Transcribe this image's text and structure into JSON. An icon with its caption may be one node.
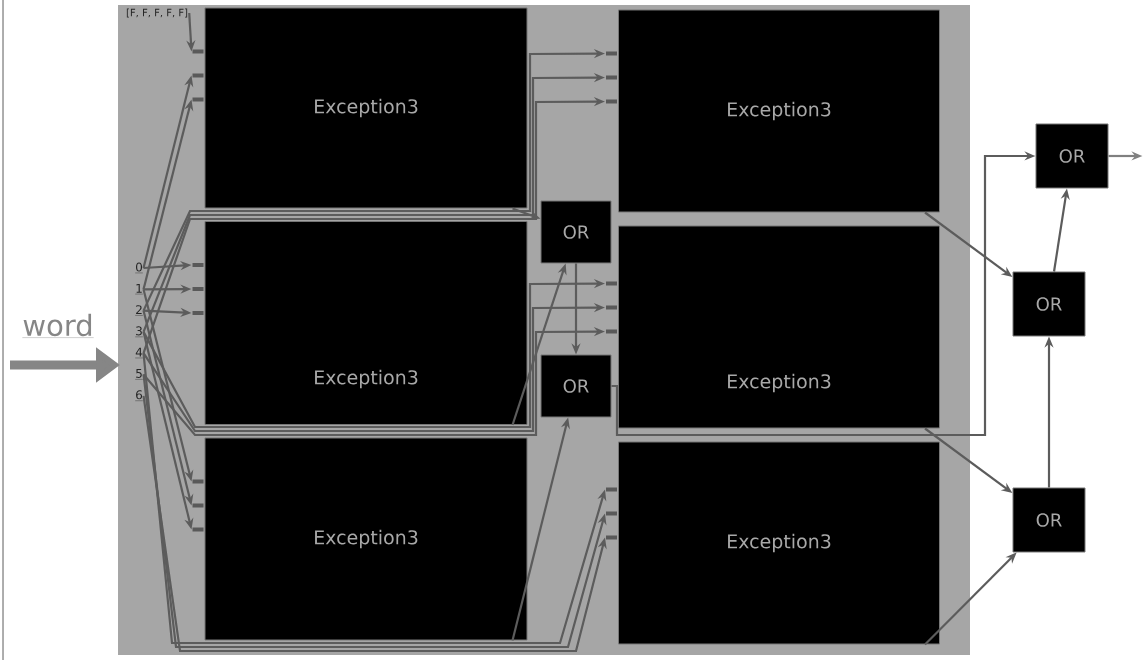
{
  "diagram": {
    "nodes": [
      {
        "text": [
          "word"
        ]
      },
      {
        "text": [
          "[F, F, F, F, F]"
        ]
      },
      {
        "text": [
          "0"
        ]
      },
      {
        "text": [
          "1"
        ]
      },
      {
        "text": [
          "2"
        ]
      },
      {
        "text": [
          "3"
        ]
      },
      {
        "text": [
          "4"
        ]
      },
      {
        "text": [
          "5"
        ]
      },
      {
        "text": [
          "6"
        ]
      },
      {
        "text": [
          "Exception3"
        ]
      },
      {
        "text": [
          "Exception3"
        ]
      },
      {
        "text": [
          "Exception3"
        ]
      },
      {
        "text": [
          "Exception3"
        ]
      },
      {
        "text": [
          "Exception3"
        ]
      },
      {
        "text": [
          "Exception3"
        ]
      },
      {
        "text": [
          "OR"
        ]
      },
      {
        "text": [
          "OR"
        ]
      },
      {
        "text": [
          "OR"
        ]
      },
      {
        "text": [
          "OR"
        ]
      },
      {
        "text": [
          "OR"
        ]
      }
    ],
    "edges": [
      {
        "from": 1,
        "to": 9,
        "arrow": "to"
      },
      {
        "from": 2,
        "to": 9,
        "arrow": "to"
      },
      {
        "from": 3,
        "to": 9,
        "arrow": "to"
      },
      {
        "from": 2,
        "to": 10,
        "arrow": "to"
      },
      {
        "from": 3,
        "to": 10,
        "arrow": "to"
      },
      {
        "from": 4,
        "to": 10,
        "arrow": "to"
      },
      {
        "from": 3,
        "to": 11,
        "arrow": "to"
      },
      {
        "from": 4,
        "to": 11,
        "arrow": "to"
      },
      {
        "from": 5,
        "to": 11,
        "arrow": "to"
      },
      {
        "from": 4,
        "to": 12,
        "arrow": "to"
      },
      {
        "from": 5,
        "to": 12,
        "arrow": "to"
      },
      {
        "from": 6,
        "to": 12,
        "arrow": "to"
      },
      {
        "from": 5,
        "to": 13,
        "arrow": "to"
      },
      {
        "from": 6,
        "to": 13,
        "arrow": "to"
      },
      {
        "from": 7,
        "to": 13,
        "arrow": "to"
      },
      {
        "from": 6,
        "to": 14,
        "arrow": "to"
      },
      {
        "from": 7,
        "to": 14,
        "arrow": "to"
      },
      {
        "from": 8,
        "to": 14,
        "arrow": "to"
      },
      {
        "from": 9,
        "to": 15,
        "arrow": "to"
      },
      {
        "from": 10,
        "to": 15,
        "arrow": "to"
      },
      {
        "from": 15,
        "to": 16,
        "arrow": "to"
      },
      {
        "from": 11,
        "to": 16,
        "arrow": "to"
      },
      {
        "from": 16,
        "to": 17,
        "arrow": "to"
      },
      {
        "from": 12,
        "to": 18,
        "arrow": "to"
      },
      {
        "from": 13,
        "to": 19,
        "arrow": "to"
      },
      {
        "from": 14,
        "to": 19,
        "arrow": "to"
      },
      {
        "from": 19,
        "to": 18,
        "arrow": "to"
      },
      {
        "from": 18,
        "to": 17,
        "arrow": "to"
      },
      {
        "from": 17,
        "to": null,
        "arrow": "to",
        "color": "#808080"
      }
    ]
  }
}
